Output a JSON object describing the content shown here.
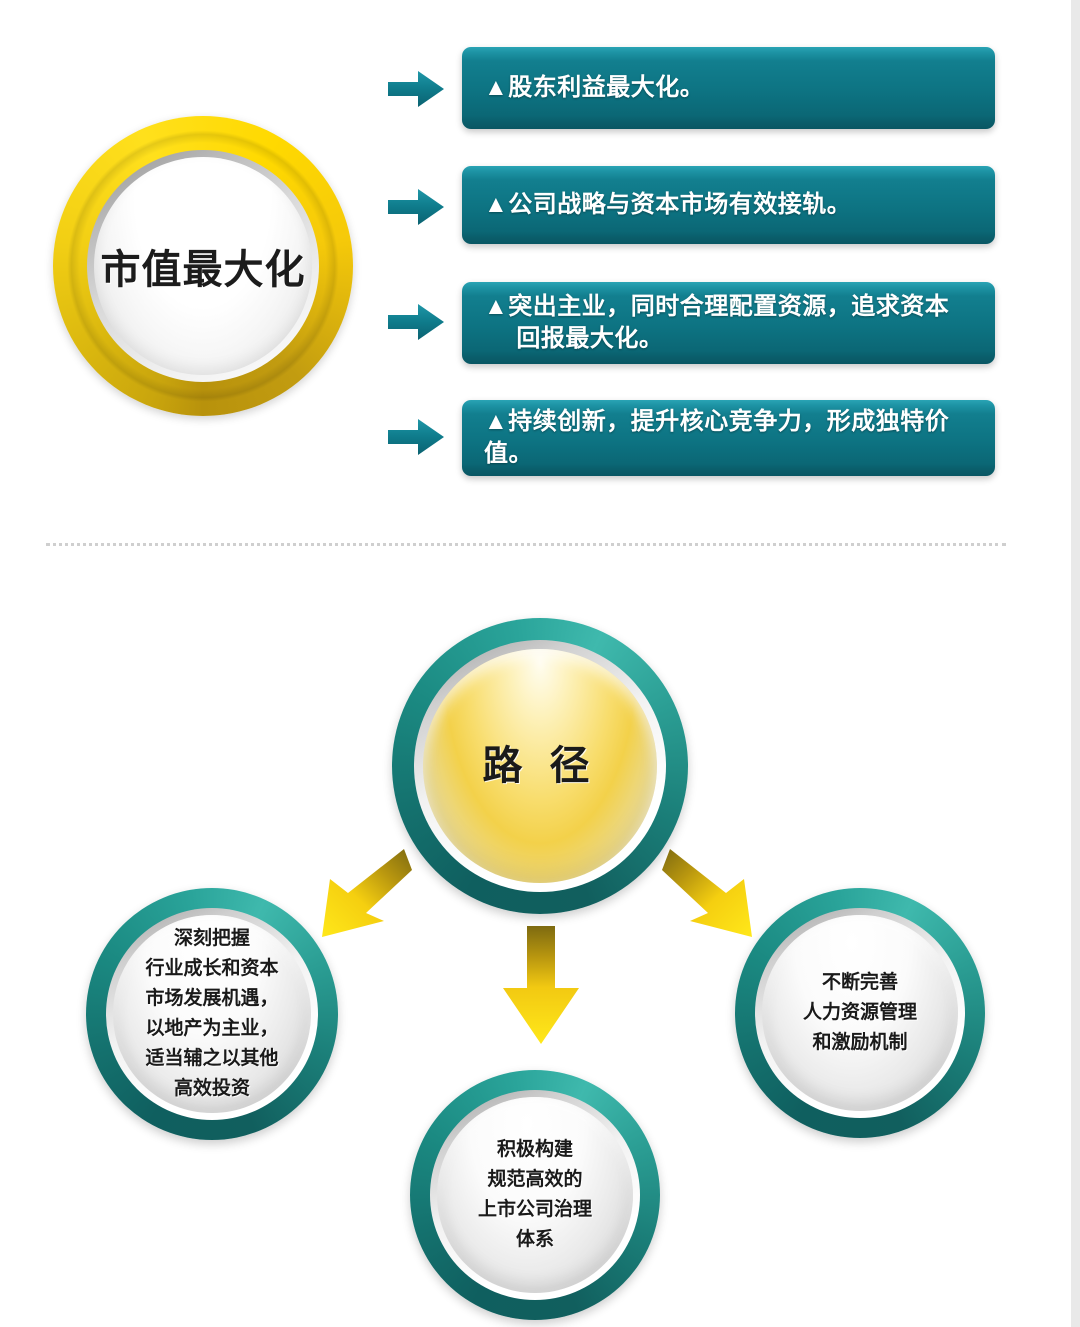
{
  "page": {
    "background": "#ffffff",
    "gutter_color": "#e9e9e9"
  },
  "colors": {
    "teal_bar": "#0d7382",
    "teal_bar_top": "#2aa4b4",
    "teal_bar_bottom": "#095663",
    "gold_ring": "#ffd900",
    "gold_ring_dark": "#b8920c",
    "teal_ring": "#1b8a82",
    "teal_ring_dark": "#0f5f5f",
    "gold_arrow": "#ffd900",
    "gold_arrow_dark": "#8a7414",
    "divider": "#cfcfcf",
    "text_dark": "#1a1a1a",
    "text_light": "#ffffff"
  },
  "top_section": {
    "hub": {
      "label": "市值最大化",
      "ring_style": "gold"
    },
    "arrow_icon": "arrow-right-icon",
    "bullets": [
      {
        "marker": "▲",
        "lines": [
          "股东利益最大化。"
        ]
      },
      {
        "marker": "▲",
        "lines": [
          "公司战略与资本市场有效接轨。"
        ]
      },
      {
        "marker": "▲",
        "lines": [
          "突出主业，同时合理配置资源，追求资本",
          "回报最大化。"
        ]
      },
      {
        "marker": "▲",
        "lines": [
          "持续创新，提升核心竞争力，形成独特价值。"
        ]
      }
    ]
  },
  "divider": {
    "style": "dotted",
    "color": "#cfcfcf"
  },
  "bottom_section": {
    "hub": {
      "label": "路 径",
      "ring_style": "teal",
      "face_style": "gold"
    },
    "arrow_icons": {
      "left": "arrow-down-left-icon",
      "down": "arrow-down-icon",
      "right": "arrow-down-right-icon"
    },
    "nodes": [
      {
        "id": "node-left",
        "lines": [
          "深刻把握",
          "行业成长和资本",
          "市场发展机遇，",
          "以地产为主业，",
          "适当辅之以其他",
          "高效投资"
        ]
      },
      {
        "id": "node-bottom",
        "lines": [
          "积极构建",
          "规范高效的",
          "上市公司治理",
          "体系"
        ]
      },
      {
        "id": "node-right",
        "lines": [
          "不断完善",
          "人力资源管理",
          "和激励机制"
        ]
      }
    ]
  }
}
